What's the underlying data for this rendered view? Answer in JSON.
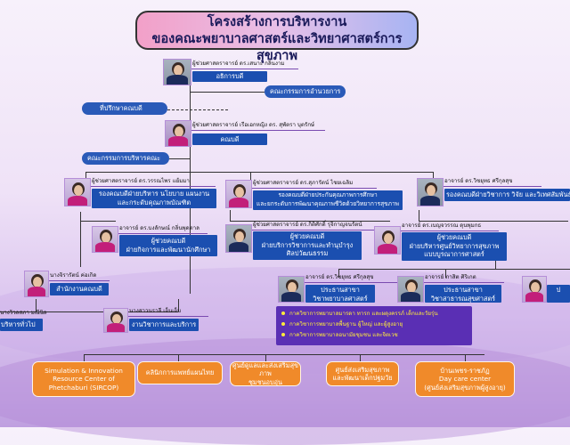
{
  "title": {
    "line1": "โครงสร้างการบริหารงาน",
    "line2": "ของคณะพยาบาลศาสตร์และวิทยาศาสตร์การสุขภาพ"
  },
  "dean": {
    "name": "ผู้ช่วยศาสตราจารย์ ดร.เสนาะ กลิ่นงาม",
    "title": "อธิการบดี"
  },
  "committee_policy": "คณะกรรมการอำนวยการ",
  "advisor": "ที่ปรึกษาคณบดี",
  "faculty_dean": {
    "name": "ผู้ช่วยศาสตราจารย์ เรือเอกหญิง ดร. สุพัตรา บุตรักษ์",
    "title": "คณบดี"
  },
  "committee_admin": "คณะกรรมการบริหารคณะ",
  "vice_deans": [
    {
      "name": "ผู้ช่วยศาสตราจารย์ ดร.วรรณไพร แย้มมา",
      "title1": "รองคณบดีฝ่ายบริหาร นโยบาย แผนงาน",
      "title2": "และกระดับคุณภาพบัณฑิต"
    },
    {
      "name": "ผู้ช่วยศาสตราจารย์ ดร.สุภารัตน์ ไชยเฉลิม",
      "title1": "รองคณบดีฝ่ายประกันคุณภาพการศึกษา",
      "title2": "และยกระดับการพัฒนาคุณภาพชีวิตด้วยวิทยาการสุขภาพ"
    },
    {
      "name": "อาจารย์ ดร.วิชยุทธ ศรีกุลสุข",
      "title1": "รองคณบดีฝ่ายวิชาการ วิจัย และวิเทศสัมพันธ์",
      "title2": ""
    }
  ],
  "assistant_deans": [
    {
      "name": "อาจารย์ ดร.บงลักษณ์ กลิ่นพุดตาล",
      "title1": "ผู้ช่วยคณบดี",
      "title2": "ฝ่ายกิจการและพัฒนานักศึกษา"
    },
    {
      "name": "ผู้ช่วยศาสตราจารย์ ดร.กิติศักดิ์ รุจิกาญจนรัตน์",
      "title1": "ผู้ช่วยคณบดี",
      "title2": "ฝ่ายบริการวิชาการและทำนุบำรุง",
      "title3": "ศิลปวัฒนธรรม"
    },
    {
      "name": "อาจารย์ ดร.เบญจวรรณ ดุนพุมกธ",
      "title1": "ผู้ช่วยคณบดี",
      "title2": "ฝ่ายบริหารศูนย์วิทยาการสุขภาพ",
      "title3": "แบบบูรณาการศาสตร์"
    }
  ],
  "office": {
    "name": "นางจิรารัตน์ ค่อเกิด",
    "title": "สำนักงานคณบดี"
  },
  "general_admin": {
    "name": "นางวิวลสภา มณีนิล",
    "title": "บริหารทั่วไป"
  },
  "academic_service": {
    "name": "นางสาวนราลี เอ็นเอ็ม",
    "title": "งานวิชาการและบริการ"
  },
  "program_heads": [
    {
      "name": "อาจารย์ ดร.วิชยุทธ ศรีกุลสุข",
      "title1": "ประธานสาขา",
      "title2": "วิชาพยาบาลศาสตร์"
    },
    {
      "name": "อาจารย์ ภาสิต ศิริเกต",
      "title1": "ประธานสาขา",
      "title2": "วิชาสาธารณสุขศาสตร์"
    },
    {
      "name": "",
      "title1": "ป",
      "title2": ""
    }
  ],
  "programs": [
    "กาควิชาการพยาบาลมารดา ทารก และผดุงครรภ์ เด็กและวัยรุ่น",
    "กาควิชาการพยาบาลพื้นฐาน ผู้ใหญ่ และผู้สูงอายุ",
    "กาควิชาการพยาบาลอนามัยชุมชน และจิตเวช"
  ],
  "units": [
    {
      "line1": "Simulation & Innovation",
      "line2": "Resource Center of",
      "line3": "Phetchaburi (SIRCOP)"
    },
    {
      "line1": "คลินิกการแพทย์แผนไทย",
      "line2": "",
      "line3": ""
    },
    {
      "line1": "ศูนย์ดูแลและส่งเสริมสุขภาพ",
      "line2": "ชุมชนอบอุ่น",
      "line3": ""
    },
    {
      "line1": "ศูนย์ส่งเสริมสุขภาพ",
      "line2": "และพัฒนาเด็กปฐมวัย",
      "line3": ""
    },
    {
      "line1": "บ้านเพชร-ราชภัฏ",
      "line2": "Day care center",
      "line3": "(ศูนย์ส่งเสริมสุขภาพผู้สูงอายุ)"
    }
  ],
  "colors": {
    "title_box": "#1b4fb0",
    "unit_box": "#f08a2a",
    "program_box": "#5a2fb4",
    "program_text": "#ffeb3b"
  }
}
